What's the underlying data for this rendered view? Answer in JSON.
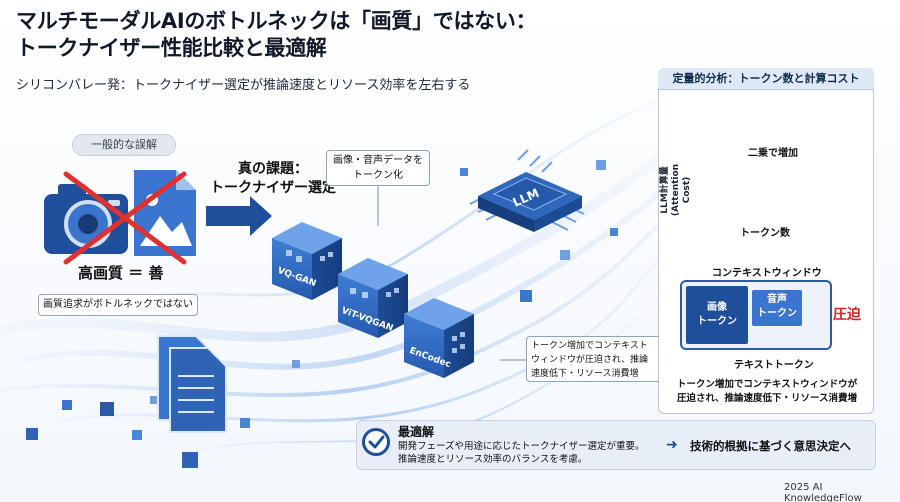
{
  "header": {
    "title_line1": "マルチモーダルAIのボトルネックは「画質」ではない：",
    "title_line2": "トークナイザー性能比較と最適解",
    "subtitle": "シリコンバレー発：トークナイザー選定が推論速度とリソース効率を左右する"
  },
  "misconception": {
    "badge": "一般的な誤解",
    "caption": "高画質 ＝ 善",
    "note": "画質追求がボトルネックではない"
  },
  "issue": {
    "line1": "真の課題：",
    "line2": "トークナイザー選定"
  },
  "callouts": {
    "media_line1": "画像・音声データを",
    "media_line2": "トークン化",
    "token_line1": "トークン増加でコンテキスト",
    "token_line2": "ウィンドウが圧迫され、推論",
    "token_line3": "速度低下・リソース消費増"
  },
  "cubes": {
    "a": "VQ-GAN",
    "b": "ViT-VQGAN",
    "c": "EnCodec",
    "llm": "LLM"
  },
  "quant": {
    "header": "定量的分析：トークン数と計算コスト",
    "ylabel_line1": "LLM計算量",
    "ylabel_line2": "(Attention Cost)",
    "annotation": "二乗で増加",
    "xlabel": "トークン数",
    "ctx_label": "コンテキストウィンドウ",
    "image_line1": "画像",
    "image_line2": "トークン",
    "audio_line1": "音声",
    "audio_line2": "トークン",
    "pressure": "圧迫",
    "text_tokens": "テキストトークン",
    "bottom_line1": "トークン増加でコンテキストウィンドウが",
    "bottom_line2": "圧迫され、推論速度低下・リソース消費増"
  },
  "optimal": {
    "title": "最適解",
    "line1": "開発フェーズや用途に応じたトークナイザー選定が重要。",
    "line2": "推論速度とリソース効率のバランスを考慮。",
    "decision": "技術的根拠に基づく意思決定へ"
  },
  "footer": "2025 AI KnowledgeFlow",
  "colors": {
    "primary": "#1f4f9a",
    "accent": "#3a76cf",
    "warning": "#d32525"
  }
}
